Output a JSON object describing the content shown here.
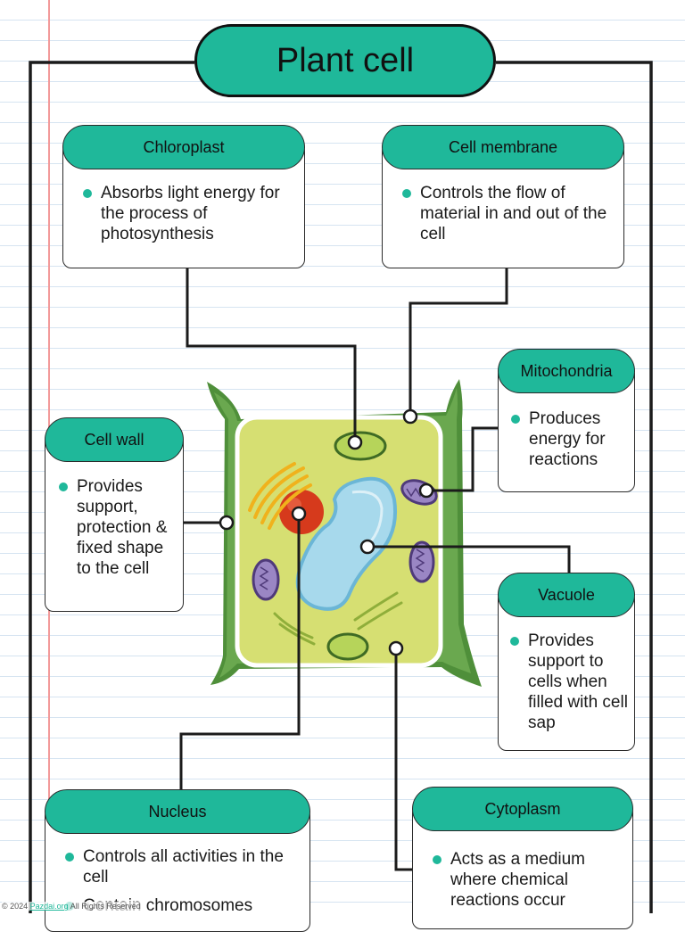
{
  "title": "Plant cell",
  "parts": {
    "chloroplast": {
      "heading": "Chloroplast",
      "text": "Absorbs light energy for the process of photosynthesis"
    },
    "cell_membrane": {
      "heading": "Cell membrane",
      "text": "Controls the flow of material in and out of the cell"
    },
    "mitochondria": {
      "heading": "Mitochondria",
      "text": "Produces energy for reactions"
    },
    "cell_wall": {
      "heading": "Cell wall",
      "text": "Provides support, protection & fixed shape to the cell"
    },
    "vacuole": {
      "heading": "Vacuole",
      "text": "Provides support to cells when filled with cell sap"
    },
    "nucleus": {
      "heading": "Nucleus",
      "text_1": "Controls all activities in the cell",
      "text_2": "Contain chromosomes"
    },
    "cytoplasm": {
      "heading": "Cytoplasm",
      "text": "Acts as a medium where chemical reactions occur"
    }
  },
  "footer": {
    "prefix": "© 2024 ",
    "link": "Pazdai.org",
    "suffix": " All Rights Reserved"
  },
  "colors": {
    "accent": "#1fb89a",
    "cytoplasm": "#d6df72",
    "cell_wall": "#4f8f3a",
    "nucleus": "#d63a1c",
    "vacuole": "#a7d9ec",
    "margin_line": "#f29a9a"
  }
}
